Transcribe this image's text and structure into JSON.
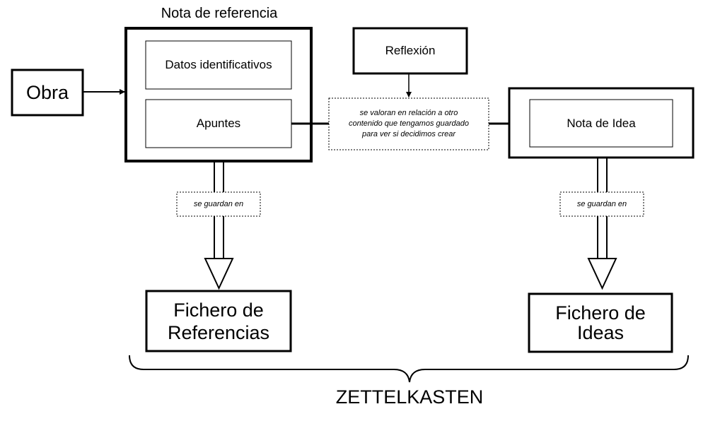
{
  "diagram": {
    "nota_referencia_title": "Nota de referencia",
    "obra": "Obra",
    "datos_identificativos": "Datos identificativos",
    "apuntes": "Apuntes",
    "reflexion": "Reflexión",
    "nota_valoran": "se valoran en relación a otro\ncontenido que tengamos guardado\npara ver si decidimos crear",
    "nota_de_idea": "Nota de Idea",
    "se_guardan_en_left": "se guardan en",
    "se_guardan_en_right": "se guardan en",
    "fichero_referencias": "Fichero de\nReferencias",
    "fichero_ideas": "Fichero de\nIdeas",
    "zettelkasten": "ZETTELKASTEN"
  },
  "colors": {
    "stroke": "#000000",
    "background": "#ffffff"
  }
}
